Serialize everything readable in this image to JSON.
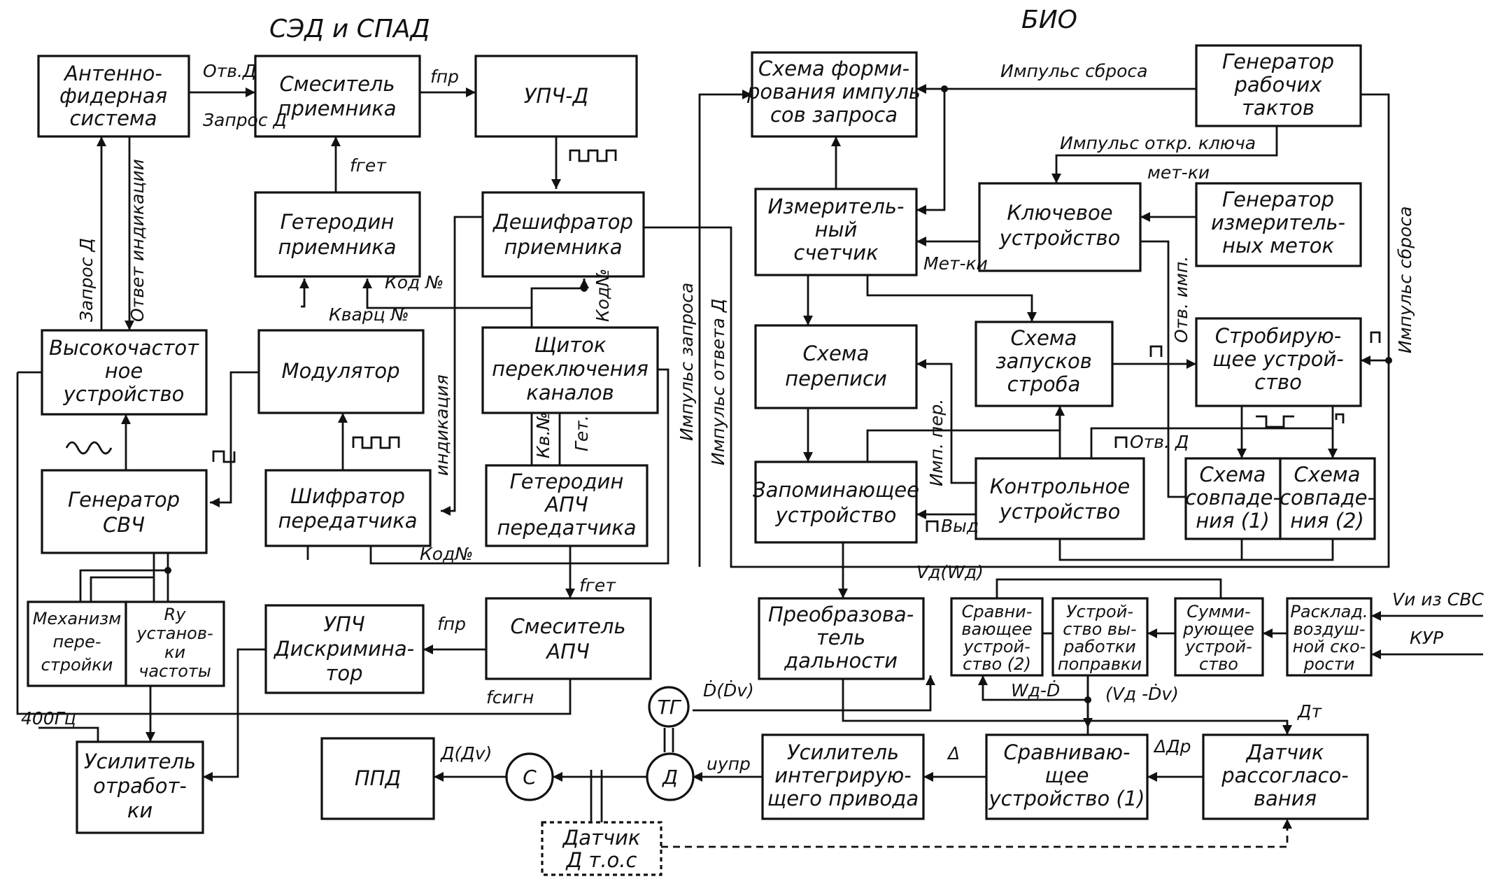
{
  "headers": {
    "left": "СЭД и СПАД",
    "right": "БИО"
  },
  "blocks": {
    "afs": [
      "Антенно-",
      "фидерная",
      "система"
    ],
    "mixer_rx": [
      "Смеситель",
      "приемника"
    ],
    "upch_d": [
      "УПЧ-Д"
    ],
    "het_rx": [
      "Гетеродин",
      "приемника"
    ],
    "decoder_rx": [
      "Дешифратор",
      "приемника"
    ],
    "hf_unit": [
      "Высокочастот",
      "ное",
      "устройство"
    ],
    "modulator": [
      "Модулятор"
    ],
    "panel": [
      "Щиток",
      "переключения",
      "каналов"
    ],
    "gen_svch": [
      "Генератор",
      "СВЧ"
    ],
    "encoder_tx": [
      "Шифратор",
      "передатчика"
    ],
    "het_apch": [
      "Гетеродин",
      "АПЧ",
      "передатчика"
    ],
    "tuning": [
      "Механизм",
      "пере-",
      "стройки"
    ],
    "freq_set": [
      "Rу",
      "установ-",
      "ки",
      "частоты"
    ],
    "upch_disc": [
      "УПЧ",
      "Дискримина-",
      "тор"
    ],
    "mixer_apch": [
      "Смеситель",
      "АПЧ"
    ],
    "amp_work": [
      "Усилитель",
      "отработ-",
      "ки"
    ],
    "ppd": [
      "ППД"
    ],
    "query_former": [
      "Схема форми-",
      "рования импуль",
      "сов запроса"
    ],
    "gen_clock": [
      "Генератор",
      "рабочих",
      "тактов"
    ],
    "meas_counter": [
      "Измеритель-",
      "ный",
      "счетчик"
    ],
    "key_device": [
      "Ключевое",
      "устройство"
    ],
    "gen_marks": [
      "Генератор",
      "измеритель-",
      "ных меток"
    ],
    "rewrite": [
      "Схема",
      "переписи"
    ],
    "strobe_start": [
      "Схема",
      "запусков",
      "строба"
    ],
    "strobe_dev": [
      "Стробирую-",
      "щее устрой-",
      "ство"
    ],
    "memory": [
      "Запоминающее",
      "устройство"
    ],
    "control": [
      "Контрольное",
      "устройство"
    ],
    "coinc1": [
      "Схема",
      "совпаде-",
      "ния (1)"
    ],
    "coinc2": [
      "Схема",
      "совпаде-",
      "ния (2)"
    ],
    "range_conv": [
      "Преобразова-",
      "тель",
      "дальности"
    ],
    "comp2": [
      "Сравни-",
      "вающее",
      "устрой-",
      "ство (2)"
    ],
    "corr_dev": [
      "Устрой-",
      "ство вы-",
      "работки",
      "поправки"
    ],
    "summer": [
      "Сумми-",
      "рующее",
      "устрой-",
      "ство"
    ],
    "airspeed": [
      "Расклад.",
      "воздуш-",
      "ной ско-",
      "рости"
    ],
    "amp_int": [
      "Усилитель",
      "интегрирую-",
      "щего привода"
    ],
    "comp1": [
      "Сравниваю-",
      "щее",
      "устройство (1)"
    ],
    "mismatch": [
      "Датчик",
      "рассогласо-",
      "вания"
    ],
    "sensor_tos": [
      "Датчик",
      "Д т.о.с"
    ]
  },
  "circles": {
    "tg": "ТГ",
    "d": "Д",
    "c": "С"
  },
  "labels": {
    "otv_d": "Отв.Д",
    "zapros_d_1": "Запрос Д",
    "f_pr_1": "fпр",
    "f_get_1": "fгет",
    "zapros_d_vert": "Запрос Д",
    "otvet_ind": "Ответ индикации",
    "kod_1": "Код №",
    "kod_2": "Код№",
    "kvarts": "Кварц №",
    "indikatsiya": "индикация",
    "kv_no": "Кв.№",
    "get": "Гет.",
    "kod_3": "Код№",
    "imp_zaprosa": "Импульс запроса",
    "imp_otveta": "Импульс ответа Д",
    "f_get_2": "fгет",
    "f_pr_2": "fпр",
    "f_sign": "fсигн",
    "hz_400": "400Гц",
    "imp_sbrosa_1": "Импульс сброса",
    "imp_otkr": "Импульс откр. ключа",
    "metki_1": "мет-ки",
    "metki_2": "Мет-ки",
    "otv_imp": "Отв. имп.",
    "imp_sbrosa_2": "Импульс сброса",
    "otv_d_2": "Отв. Д",
    "imp_per": "Имп. пер.",
    "vyd": "Выд",
    "vd_wd": "Vд(Wд)",
    "vi_svs": "Vи из СВС",
    "kur": "КУР",
    "wd_d": "Wд-Ḋ",
    "vd_dv": "(Vд -Ḋv)",
    "d_dv": "Ḋ(Ḋv)",
    "d_t": "Дт",
    "delta_dr": "ΔДр",
    "delta": "Δ",
    "u_upr": "uупр",
    "d_dv_out": "Д(Дv)"
  }
}
